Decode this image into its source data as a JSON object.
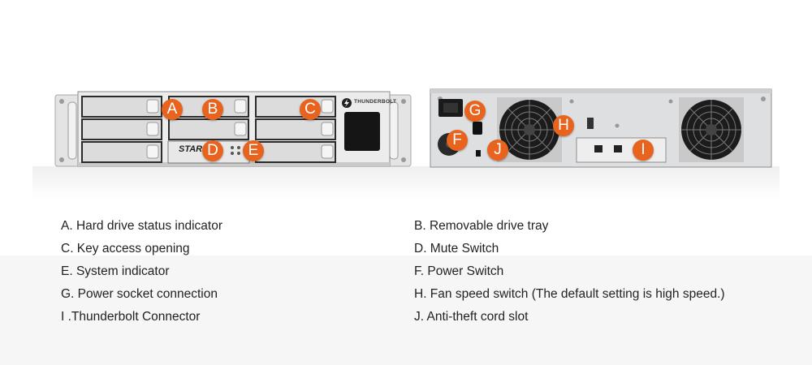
{
  "front_unit": {
    "brand_text": "THUNDERBOLT",
    "logo_text": "STARD"
  },
  "callouts": [
    {
      "letter": "A"
    },
    {
      "letter": "B"
    },
    {
      "letter": "C"
    },
    {
      "letter": "D"
    },
    {
      "letter": "E"
    },
    {
      "letter": "G"
    },
    {
      "letter": "H"
    },
    {
      "letter": "F"
    },
    {
      "letter": "J"
    },
    {
      "letter": "I"
    }
  ],
  "legend": {
    "left": [
      "A. Hard drive status indicator",
      "C. Key access opening",
      "E. System indicator",
      "G. Power socket connection",
      "I .Thunderbolt Connector"
    ],
    "right": [
      "B. Removable drive tray",
      "D. Mute Switch",
      "F. Power Switch",
      "H. Fan speed switch (The default setting is high speed.)",
      "J.  Anti-theft cord slot"
    ]
  },
  "colors": {
    "callout": "#e8641e",
    "chassis": "#d9dadc",
    "bezel": "#eeeeee"
  }
}
